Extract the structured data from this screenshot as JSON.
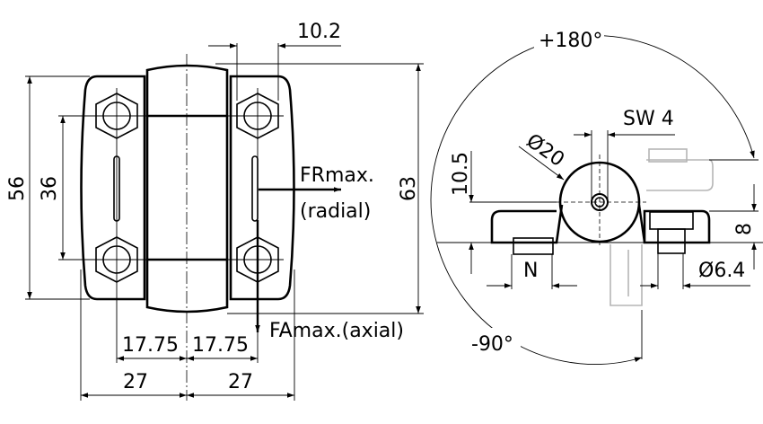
{
  "front_view": {
    "dims": {
      "offset": "10.2",
      "total_height": "63",
      "plate_height": "56",
      "hole_spacing": "36",
      "hole_offset_left": "17.75",
      "hole_offset_right": "17.75",
      "half_width_left": "27",
      "half_width_right": "27"
    },
    "loads": {
      "radial_line1": "FRmax.",
      "radial_line2": "(radial)",
      "axial": "FAmax.(axial)"
    }
  },
  "side_view": {
    "angle_max": "+180°",
    "angle_min": "-90°",
    "wrench_size": "SW 4",
    "barrel_diameter": "Ø20",
    "axis_height": "10.5",
    "plate_thickness": "8",
    "hole_diameter": "Ø6.4",
    "nut": "N"
  },
  "colors": {
    "line": "#000000",
    "ghost": "#b5b5b5"
  }
}
